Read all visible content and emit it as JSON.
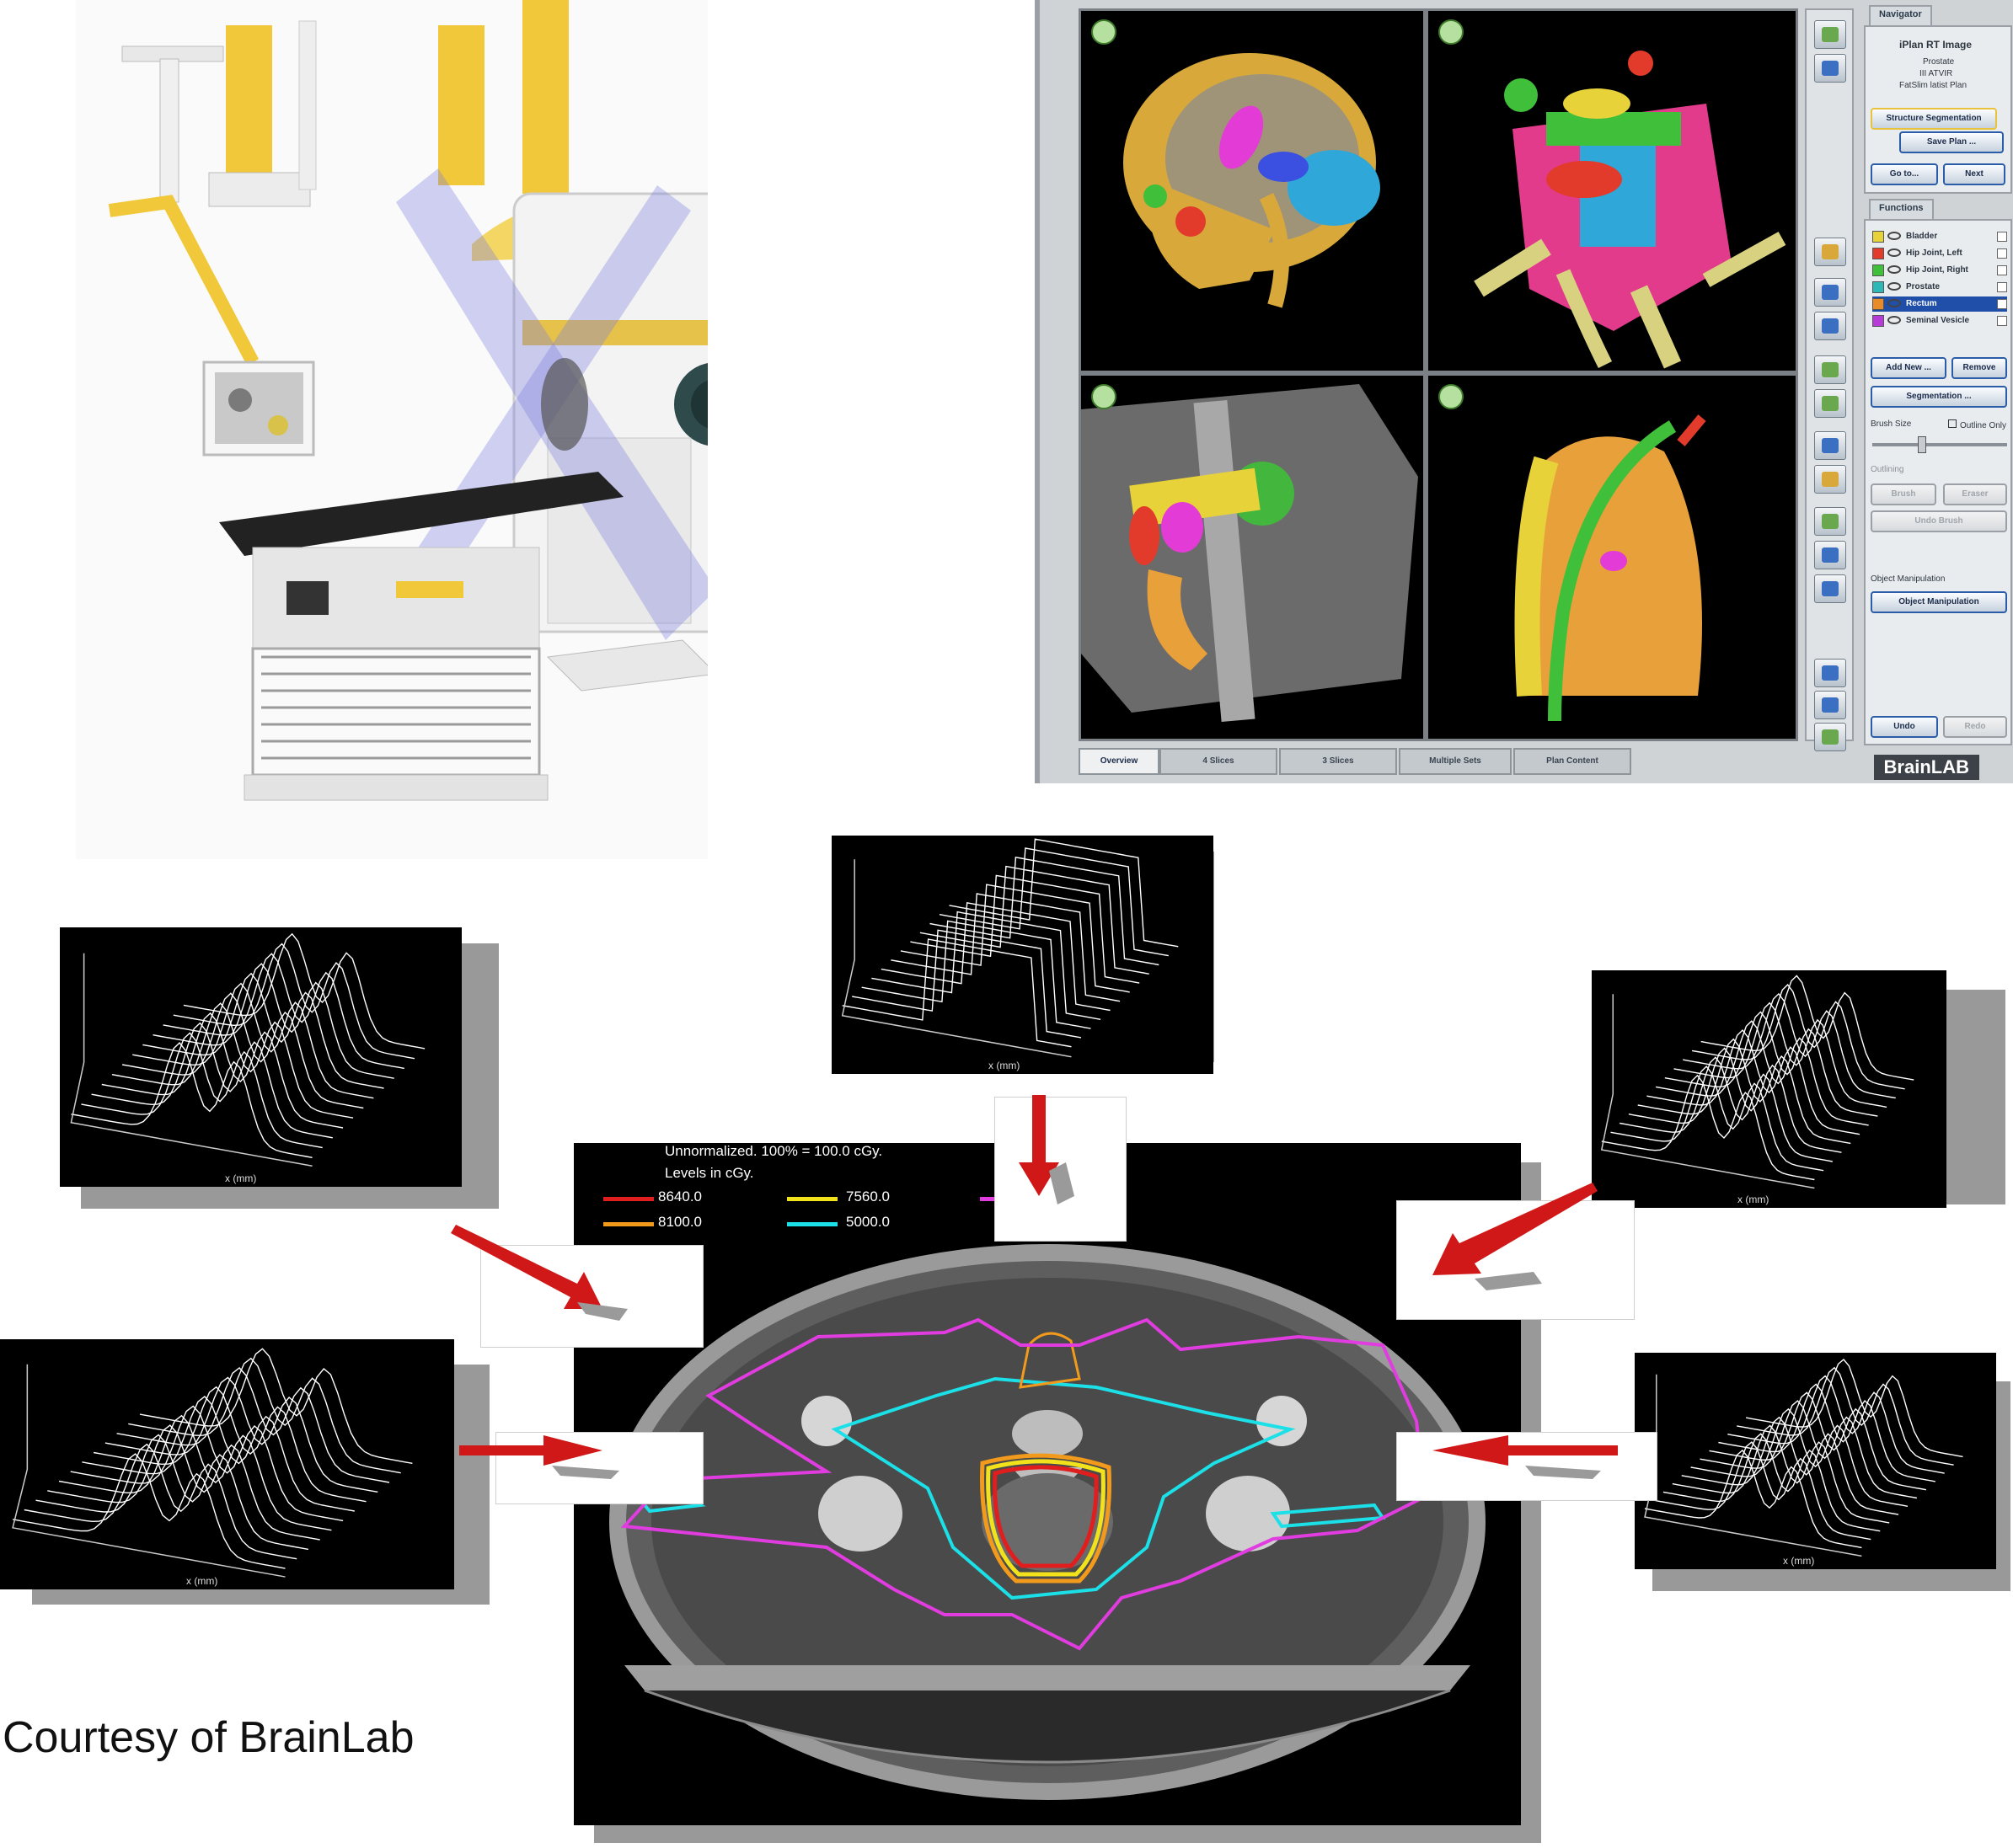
{
  "planner": {
    "navigator_tab": "Navigator",
    "product": "iPlan RT Image",
    "patient_name": "Prostate",
    "patient_id": "III ATVIR",
    "plan_name": "FatSlim latist Plan",
    "step_segmentation": "Structure Segmentation",
    "save_plan": "Save Plan ...",
    "goto": "Go to...",
    "next": "Next",
    "functions_tab": "Functions",
    "organs": [
      {
        "name": "Bladder",
        "color": "#e8d23a"
      },
      {
        "name": "Hip Joint, Left",
        "color": "#e23b2b"
      },
      {
        "name": "Hip Joint, Right",
        "color": "#3fbf3a"
      },
      {
        "name": "Prostate",
        "color": "#2db7b7"
      },
      {
        "name": "Rectum",
        "color": "#e88c2a"
      },
      {
        "name": "Seminal Vesicle",
        "color": "#b73bd6"
      }
    ],
    "add_new": "Add New ...",
    "remove": "Remove",
    "segmentation": "Segmentation ...",
    "brush_size": "Brush Size",
    "outline_only": "Outline Only",
    "outlining": "Outlining",
    "brush": "Brush",
    "eraser": "Eraser",
    "undo_brush": "Undo Brush",
    "object_manipulation_label": "Object Manipulation",
    "object_manipulation_btn": "Object Manipulation",
    "undo": "Undo",
    "redo": "Redo",
    "tabs": [
      "Overview",
      "4 Slices",
      "3 Slices",
      "Multiple Sets",
      "Plan Content"
    ],
    "brand": "BrainLAB"
  },
  "ct": {
    "header_line1": "Unnormalized.  100% = 100.0 cGy.",
    "header_line2": "Levels in cGy.",
    "levels": [
      {
        "value": "8640.0",
        "color": "#e01e1e"
      },
      {
        "value": "8100.0",
        "color": "#f29a1c"
      },
      {
        "value": "7560.0",
        "color": "#f2e21c"
      },
      {
        "value": "5000.0",
        "color": "#1ce0e8"
      },
      {
        "value": "",
        "color": "#e03ce0"
      }
    ]
  },
  "profiles": {
    "axis_label": "x (mm)"
  },
  "caption": "Courtesy of BrainLab"
}
